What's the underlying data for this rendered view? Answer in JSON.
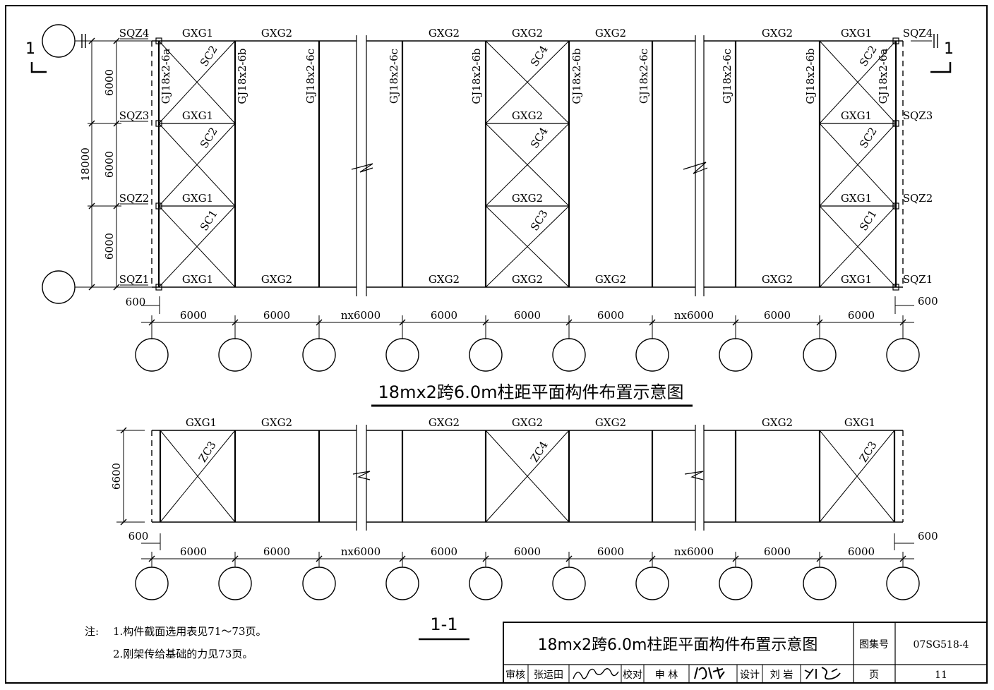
{
  "plan": {
    "title": "18mx2跨6.0m柱距平面构件布置示意图",
    "top_labels": [
      "GXG1",
      "GXG2",
      "GXG2",
      "GXG2",
      "GXG2",
      "GXG2",
      "GXG1"
    ],
    "row1_labels": [
      "GXG1",
      "GXG2",
      "GXG1"
    ],
    "row2_labels": [
      "GXG1",
      "GXG2",
      "GXG1"
    ],
    "bottom_labels": [
      "GXG1",
      "GXG2",
      "GXG2",
      "GXG2",
      "GXG2",
      "GXG2",
      "GXG1"
    ],
    "frame_labels": [
      "GJ18x2-6a",
      "GJ18x2-6b",
      "GJ18x2-6c",
      "GJ18x2-6c",
      "GJ18x2-6b",
      "GJ18x2-6b",
      "GJ18x2-6c",
      "GJ18x2-6c",
      "GJ18x2-6b",
      "GJ18x2-6a"
    ],
    "bay_braces_left": [
      "SC2",
      "SC2",
      "SC1"
    ],
    "bay_braces_mid": [
      "SC4",
      "SC4",
      "SC3"
    ],
    "bay_braces_right": [
      "SC2",
      "SC2",
      "SC1"
    ],
    "sqz_left": [
      "SQZ4",
      "SQZ3",
      "SQZ2",
      "SQZ1"
    ],
    "sqz_right": [
      "SQZ4",
      "SQZ3",
      "SQZ2",
      "SQZ1"
    ],
    "dims_y": [
      "6000",
      "6000",
      "6000"
    ],
    "dim_total": "18000",
    "dims_x": [
      "6000",
      "6000",
      "nx6000",
      "6000",
      "6000",
      "6000",
      "nx6000",
      "6000",
      "6000"
    ],
    "edge_dim": "600",
    "section_mark": "1"
  },
  "elevation": {
    "labels": [
      "GXG1",
      "GXG2",
      "GXG2",
      "GXG2",
      "GXG2",
      "GXG2",
      "GXG1"
    ],
    "braces": [
      "ZC3",
      "ZC4",
      "ZC3"
    ],
    "height": "6600",
    "dims_x": [
      "6000",
      "6000",
      "nx6000",
      "6000",
      "6000",
      "6000",
      "nx6000",
      "6000",
      "6000"
    ],
    "edge_dim": "600",
    "caption": "1-1"
  },
  "notes": {
    "prefix": "注:",
    "line1": "1.构件截面选用表见71～73页。",
    "line2": "2.刚架传给基础的力见73页。"
  },
  "titleblock": {
    "title": "18mx2跨6.0m柱距平面构件布置示意图",
    "atlas_label": "图集号",
    "atlas_no": "07SG518-4",
    "review_label": "审核",
    "review_name": "张运田",
    "check_label": "校对",
    "check_name": "申 林",
    "design_label": "设计",
    "design_name": "刘 岩",
    "page_label": "页",
    "page_no": "11"
  }
}
